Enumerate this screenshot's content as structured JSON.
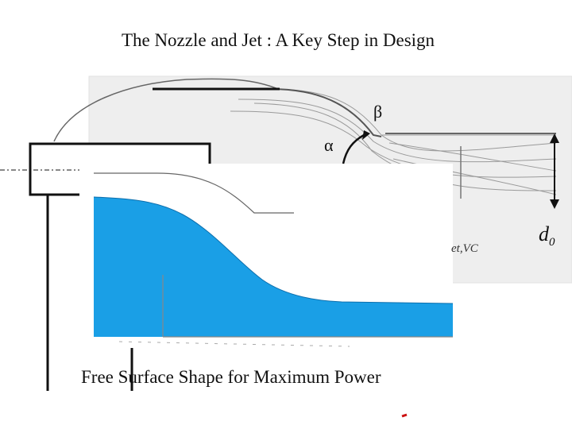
{
  "title": "The Nozzle and Jet : A Key Step in Design",
  "caption": "Free Surface Shape for Maximum Power",
  "labels": {
    "beta": "β",
    "alpha": "α",
    "d0_main": "d",
    "d0_sub": "0",
    "jet_vc": "et,VC"
  },
  "colors": {
    "water": "#1a9fe6",
    "line": "#111111",
    "sketch_bg": "#ebebeb",
    "marker": "#cc1111"
  }
}
